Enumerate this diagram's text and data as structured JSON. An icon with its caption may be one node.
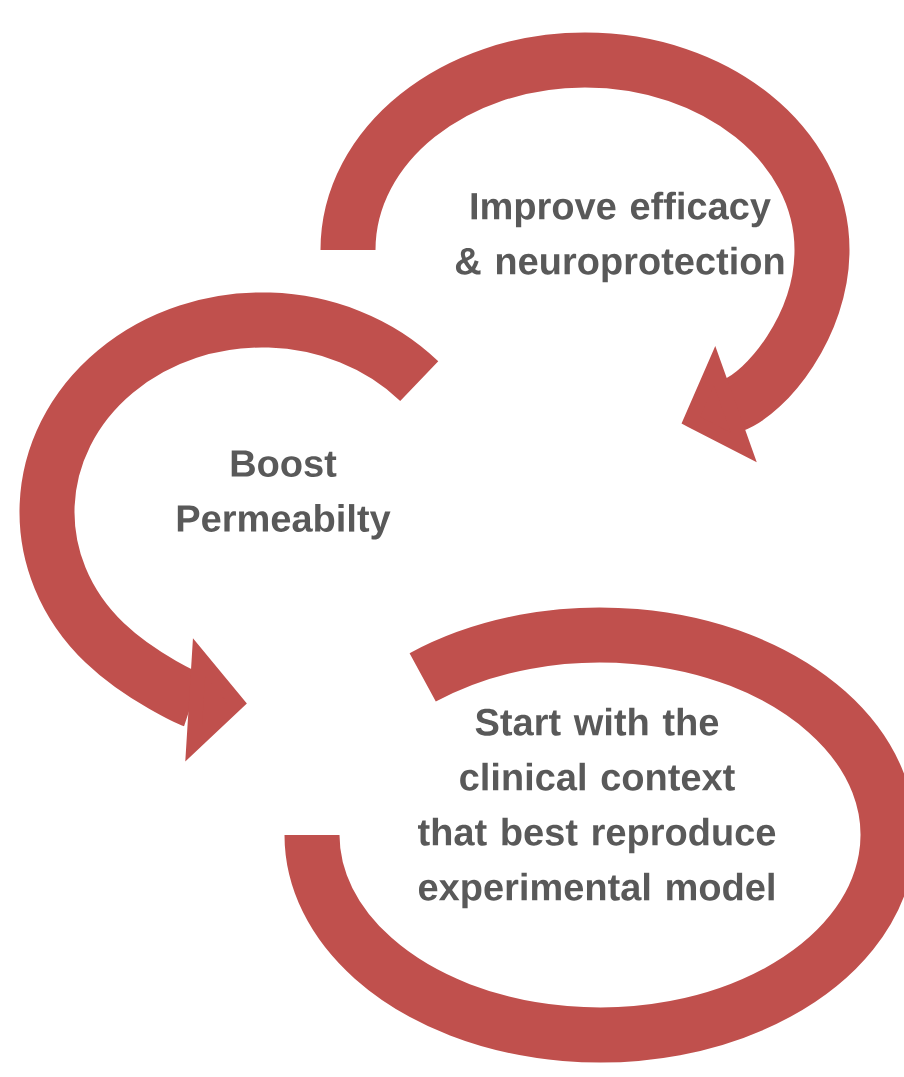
{
  "diagram": {
    "nodes": [
      {
        "text": [
          "Improve efficacy & neuroprotection"
        ]
      },
      {
        "text": [
          "Boost Permeabilty"
        ]
      },
      {
        "text": [
          "Start with the clinical context that best reproduce experimental model"
        ]
      }
    ]
  }
}
